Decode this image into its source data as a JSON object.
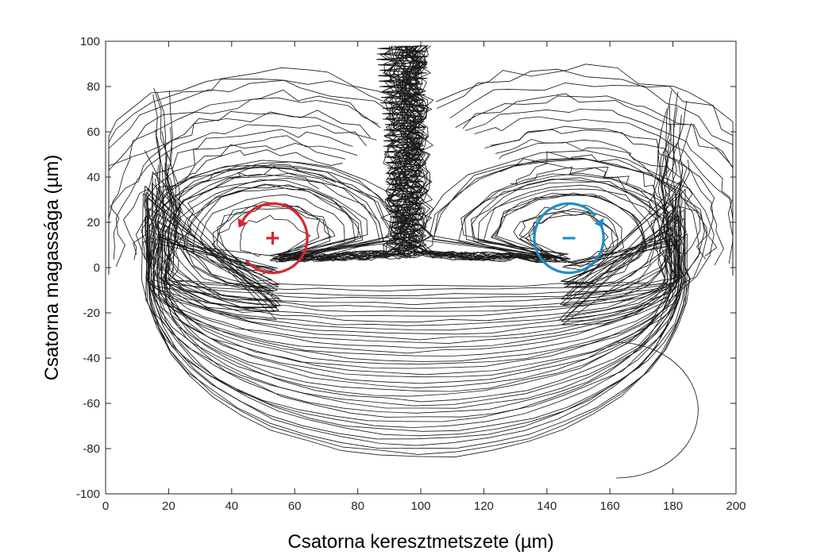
{
  "chart_data": {
    "type": "line",
    "xlabel": "Csatorna keresztmetszete (µm)",
    "ylabel": "Csatorna magassága (µm)",
    "xlim": [
      0,
      200
    ],
    "ylim": [
      -100,
      100
    ],
    "x_ticks": [
      0,
      20,
      40,
      60,
      80,
      100,
      120,
      140,
      160,
      180,
      200
    ],
    "y_ticks": [
      -100,
      -80,
      -60,
      -40,
      -20,
      0,
      20,
      40,
      60,
      80,
      100
    ],
    "x_tick_labels": [
      "0",
      "20",
      "40",
      "60",
      "80",
      "100",
      "120",
      "140",
      "160",
      "180",
      "200"
    ],
    "y_tick_labels": [
      "-100",
      "-80",
      "-60",
      "-40",
      "-20",
      "0",
      "20",
      "40",
      "60",
      "80",
      "100"
    ],
    "grid": false,
    "line_color": "#1a1a1a",
    "vortices": [
      {
        "center": [
          53,
          13
        ],
        "radius": 11,
        "direction": "counterclockwise",
        "sign": "+",
        "color": "#d7262e"
      },
      {
        "center": [
          147,
          13
        ],
        "radius": 11,
        "direction": "clockwise",
        "sign": "-",
        "color": "#1f8dc9"
      }
    ],
    "inlet_stream": {
      "x_range": [
        86,
        103
      ],
      "y_range": [
        5,
        98
      ]
    },
    "trajectory_count": 40
  }
}
